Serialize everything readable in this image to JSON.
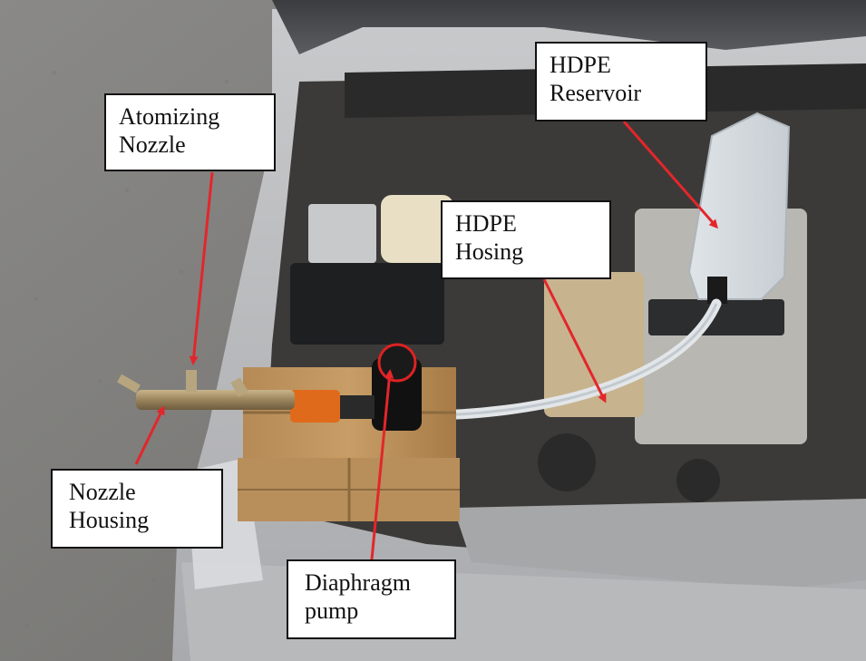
{
  "labels": {
    "atomizing_nozzle": "Atomizing\nNozzle",
    "hdpe_reservoir": "HDPE\nReservoir",
    "hdpe_hosing": "HDPE\nHosing",
    "nozzle_housing": "Nozzle\nHousing",
    "diaphragm_pump": "Diaphragm\npump"
  },
  "colors": {
    "arrow": "#e3262b",
    "label_border": "#111111",
    "label_background": "#ffffff"
  }
}
